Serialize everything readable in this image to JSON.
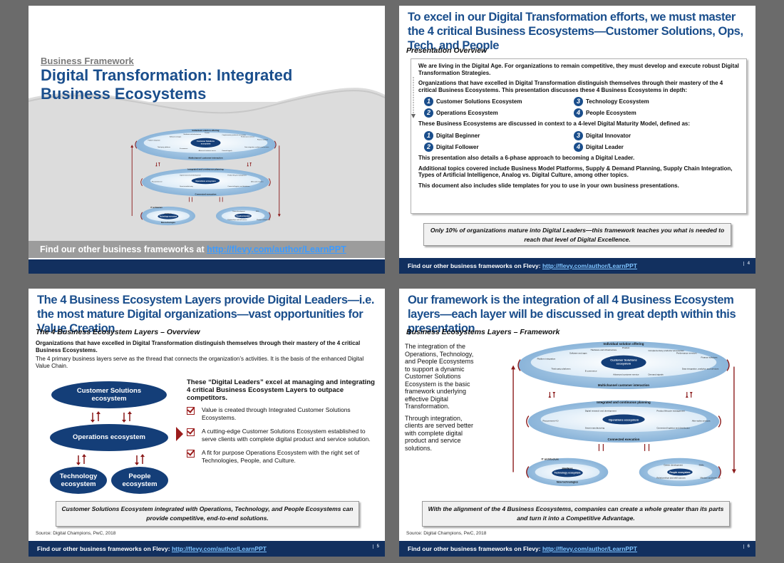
{
  "slide1": {
    "kicker": "Business Framework",
    "title_line1": "Digital Transformation: Integrated",
    "title_line2": "Business Ecosystems",
    "strip_text": "Find our other business frameworks at ",
    "strip_link": "http://flevy.com/author/LearnPPT"
  },
  "slide2": {
    "title": "To excel in our Digital Transformation efforts, we must master the 4 critical Business Ecosystems—Customer Solutions, Ops, Tech, and People",
    "subhead": "Presentation Overview",
    "p1": "We are living in the Digital Age.  For organizations to remain competitive, they must develop and execute robust Digital Transformation Strategies.",
    "p2": "Organizations that have excelled in Digital Transformation distinguish themselves through their mastery of the 4 critical Business Ecosystems.  This presentation discusses these 4 Business Ecosystems in depth:",
    "ecosystems": [
      {
        "n": "1",
        "label": "Customer Solutions Ecosystem"
      },
      {
        "n": "3",
        "label": "Technology Ecosystem"
      },
      {
        "n": "2",
        "label": "Operations Ecosystem"
      },
      {
        "n": "4",
        "label": "People Ecosystem"
      }
    ],
    "p3": "These Business Ecosystems are discussed in context to a 4-level Digital Maturity Model, defined as:",
    "levels": [
      {
        "n": "1",
        "label": "Digital Beginner"
      },
      {
        "n": "3",
        "label": "Digital Innovator"
      },
      {
        "n": "2",
        "label": "Digital Follower"
      },
      {
        "n": "4",
        "label": "Digital Leader"
      }
    ],
    "p4": "This presentation also details a 6-phase approach to becoming a Digital Leader.",
    "p5": "Additional topics covered include Business Model Platforms, Supply & Demand Planning, Supply Chain Integration, Types of Artificial Intelligence, Analog vs. Digital Culture, among other topics.",
    "p6": "This document also includes slide templates for you to use in your own business presentations.",
    "callout": "Only 10% of organizations mature into Digital Leaders—this framework teaches you what is needed to reach that level of Digital Excellence.",
    "page": "4"
  },
  "slide3": {
    "title": "The 4 Business Ecosystem Layers provide Digital Leaders—i.e. the most mature Digital organizations—vast opportunities for Value Creation",
    "subhead": "The 4 Business Ecosystem Layers – Overview",
    "intro_bold": "Organizations that have excelled in Digital Transformation distinguish themselves through their mastery of the 4 critical Business Ecosystems.",
    "intro": "The 4 primary business layers serve as the thread that connects the organization’s activities.  It is the basis of the enhanced Digital Value Chain.",
    "e_customer": "Customer Solutions ecosystem",
    "e_operations": "Operations ecosystem",
    "e_technology": "Technology ecosystem",
    "e_people": "People ecosystem",
    "lead": "These “Digital Leaders” excel at managing and integrating 4 critical Business Ecosystem Layers to outpace competitors.",
    "checks": [
      "Value is created through Integrated Customer Solutions Ecosystems.",
      "A cutting-edge Customer Solutions Ecosystem established to serve clients with complete digital product and service solution.",
      "A fit for purpose Operations Ecosystem with the right set of Technologies, People, and Culture."
    ],
    "callout": "Customer Solutions Ecosystem integrated with Operations, Technology, and People Ecosystems can provide competitive, end-to-end solutions.",
    "source": "Source: Digital Champions, PwC, 2018",
    "page": "5"
  },
  "slide4": {
    "title": "Our framework is the integration of all 4 Business Ecosystem layers—each layer will be discussed in great depth within this presentation",
    "subhead": "Business Ecosystems Layers – Framework",
    "p1": "The integration of the Operations, Technology, and People Ecosystems to support a dynamic Customer Solutions Ecosystem is the basic framework underlying effective Digital Transformation.",
    "p2": "Through integration, clients are served better with complete digital product and service solutions.",
    "callout": "With the alignment of the 4 Business Ecosystems, companies can create a whole greater than its parts and turn it into a Competitive Advantage.",
    "source": "Source: Digital Champions, PwC, 2018",
    "page": "6"
  },
  "footer": {
    "text": "Find our other business frameworks on Flevy: ",
    "link": "http://flevy.com/author/LearnPPT"
  },
  "diagram": {
    "individual": "Individual solution offering",
    "multichannel": "Multichannel customer interaction",
    "integrated": "Integrated and continuous planning",
    "connected": "Connected execution",
    "it_arch": "IT architecture",
    "new_tech": "New technologies",
    "cs_eco": "Customer Solutions ecosystem",
    "ops_eco": "Operations ecosystem",
    "tech_eco": "Technology ecosystem",
    "people_eco": "People ecosystem",
    "interfaces": "Interfaces",
    "cs_items": [
      "Platform integration",
      "Software and apps",
      "Hardware and infrastructure",
      "Product",
      "Complementary products/ accessories",
      "Performance services",
      "Finance solutions",
      "Third-party platforms",
      "E-commerce",
      "Advanced customer service",
      "Demand signals",
      "Data integration, analytics and services"
    ],
    "ops_items": [
      "Procurement 4.0",
      "Digital research and development",
      "Product lifecycle management",
      "After-sales services",
      "Smart manufacturing",
      "Connected logistics and distribution"
    ],
    "people_items": [
      "Career development",
      "Skills",
      "Relationships and skill sources",
      "Mindset and behavior"
    ]
  }
}
